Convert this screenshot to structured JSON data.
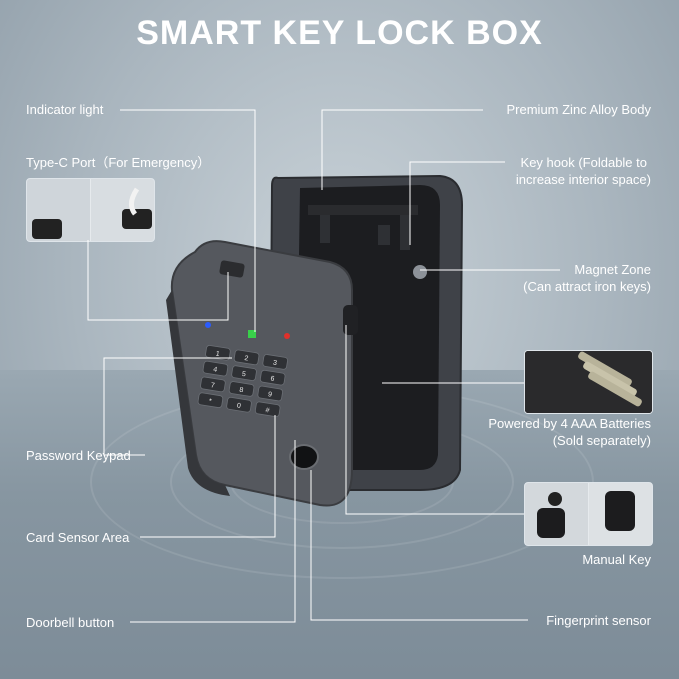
{
  "title": "SMART KEY LOCK BOX",
  "labels": {
    "indicator_light": "Indicator light",
    "type_c_port": "Type-C Port（For Emergency）",
    "password_keypad": "Password Keypad",
    "card_sensor": "Card Sensor Area",
    "doorbell": "Doorbell button",
    "zinc_body": "Premium Zinc Alloy Body",
    "key_hook_line1": "Key hook (Foldable to",
    "key_hook_line2": "increase interior space)",
    "magnet_line1": "Magnet Zone",
    "magnet_line2": "(Can attract iron keys)",
    "battery_line1": "Powered by 4 AAA Batteries",
    "battery_line2": "(Sold separately)",
    "manual_key": "Manual Key",
    "fingerprint": "Fingerprint sensor"
  },
  "keypad": [
    "1",
    "2",
    "3",
    "4",
    "5",
    "6",
    "7",
    "8",
    "9",
    "*",
    "0",
    "#"
  ],
  "colors": {
    "line": "#ffffff",
    "body": "#4a4d52",
    "indicator_green": "#39d04a",
    "indicator_blue": "#2a5cff",
    "indicator_red": "#e0302b"
  }
}
